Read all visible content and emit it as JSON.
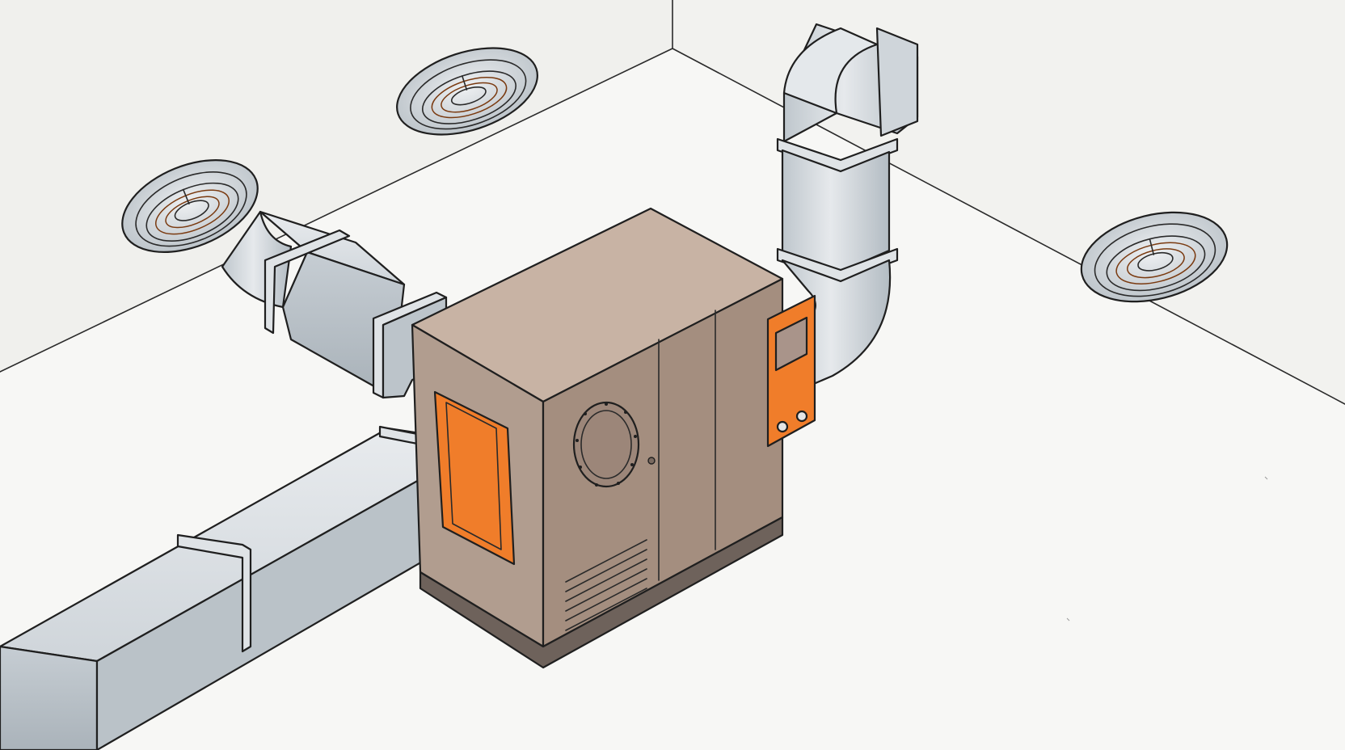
{
  "scene": {
    "type": "hvac-illustration",
    "components": [
      "ceiling-room-corner",
      "air-handling-unit",
      "rectangular-supply-duct",
      "rectangular-return-duct",
      "vertical-elbow-duct",
      "ceiling-diffuser-left",
      "ceiling-diffuser-top",
      "ceiling-diffuser-right",
      "control-panel"
    ]
  },
  "colors": {
    "background": "#f7f7f5",
    "wall": "#efefec",
    "ceiling": "#f9f9f7",
    "duct_light": "#dfe3e6",
    "duct_mid": "#c8ced3",
    "duct_dark": "#aeb6bd",
    "cabinet_top": "#c8b3a4",
    "cabinet_front": "#b19d8f",
    "cabinet_side": "#a48e7f",
    "cabinet_base": "#6e625b",
    "accent_orange": "#f07d2a",
    "fan_orange": "#ee7a2c",
    "ink": "#1f1f1f"
  },
  "icons": {
    "diffuser": "round-fan-grille-icon",
    "panel_display": "display-screen-icon",
    "panel_knob": "knob-icon",
    "access_hatch": "porthole-hatch-icon",
    "vent_louver": "louver-vent-icon"
  }
}
